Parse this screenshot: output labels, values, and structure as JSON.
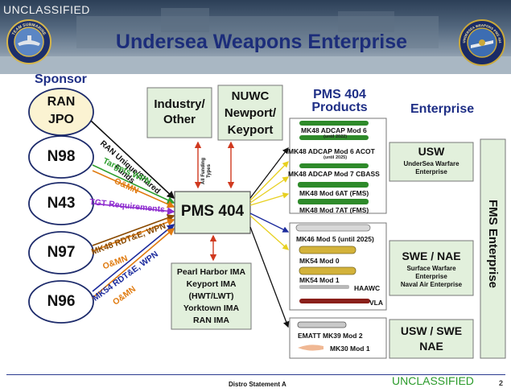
{
  "banner": {
    "classification_top": "UNCLASSIFIED",
    "title": "Undersea Weapons Enterprise",
    "left_emblem_text": "TEAM SUBMARINE",
    "right_emblem_text": "UNDERSEA WEAPONS PMS 404"
  },
  "sponsor": {
    "heading": "Sponsor",
    "items": [
      {
        "line1": "RAN",
        "line2": "JPO"
      },
      {
        "line1": "N98"
      },
      {
        "line1": "N43"
      },
      {
        "line1": "N97"
      },
      {
        "line1": "N96"
      }
    ]
  },
  "flow_labels": {
    "ran": "RAN Unique/Shared Funds",
    "targets": "Targets WPN",
    "om1": "O&MN",
    "tgt": "TGT Requirements",
    "mk48": "MK48 RDT&E, WPN",
    "om2": "O&MN",
    "mk54": "MK54 RDT&E, WPN",
    "om3": "O&MN"
  },
  "industry": {
    "line1": "Industry/",
    "line2": "Other"
  },
  "nuwc": {
    "line1": "NUWC",
    "line2": "Newport/",
    "line3": "Keyport"
  },
  "all_funding": {
    "line1": "All Funding",
    "line2": "Types"
  },
  "pms404": {
    "label": "PMS 404"
  },
  "ima": {
    "lines": [
      "Pearl Harbor IMA",
      "Keyport IMA",
      "(HWT/LWT)",
      "Yorktown IMA",
      "RAN IMA"
    ]
  },
  "products": {
    "heading_line1": "PMS 404",
    "heading_line2": "Products",
    "group1": [
      {
        "label": "MK48 ADCAP Mod 6",
        "sub": "(until 2022)"
      },
      {
        "label": "MK48 ADCAP Mod 6 ACOT",
        "sub": "(until 2025)"
      },
      {
        "label": "MK48 ADCAP Mod 7 CBASS"
      },
      {
        "label": "MK48 Mod 6AT (FMS)"
      },
      {
        "label": "MK48 Mod 7AT (FMS)"
      }
    ],
    "group2": [
      {
        "label": "MK46 Mod 5 (until 2025)"
      },
      {
        "label": "MK54 Mod 0"
      },
      {
        "label": "MK54 Mod 1"
      },
      {
        "label": "HAAWC"
      },
      {
        "label": "VLA"
      }
    ],
    "group3": [
      {
        "label": "EMATT MK39 Mod 2"
      },
      {
        "label": "MK30 Mod 1"
      }
    ]
  },
  "enterprise": {
    "heading": "Enterprise",
    "usw": {
      "title": "USW",
      "line1": "UnderSea Warfare",
      "line2": "Enterprise"
    },
    "swe": {
      "title": "SWE / NAE",
      "line1": "Surface Warfare",
      "line2": "Enterprise",
      "line3": "Naval Air Enterprise"
    },
    "usw_swe": {
      "line1": "USW / SWE",
      "line2": "NAE"
    },
    "fms": "FMS Enterprise"
  },
  "footer": {
    "distro": "Distro Statement A",
    "classification_bottom": "UNCLASSIFIED",
    "page_number": "2"
  },
  "colors": {
    "title_blue": "#1c2d7a",
    "box_green": "#e2f0dc",
    "flow_green": "#2e9e2e",
    "flow_orange": "#e07b10",
    "flow_purple": "#8e2ccf",
    "flow_brown": "#8a4a00",
    "flow_navy": "#1b2a9c"
  }
}
